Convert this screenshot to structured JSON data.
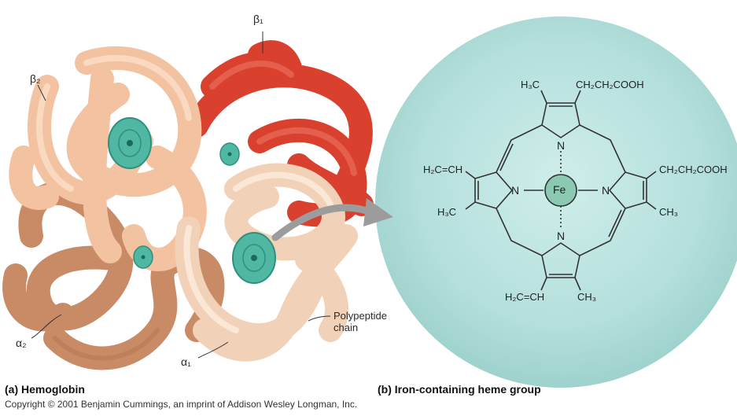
{
  "hemoglobin": {
    "caption": "(a) Hemoglobin",
    "chain_labels": {
      "beta1": "β₁",
      "beta2": "β₂",
      "alpha1": "α₁",
      "alpha2": "α₂"
    },
    "polypeptide_label": [
      "Polypeptide",
      "chain"
    ]
  },
  "heme": {
    "caption": "(b) Iron-containing heme group",
    "center_atom": "Fe",
    "nitrogen": "N",
    "substituents": {
      "top_left": "H₃C",
      "top_right": "CH₂CH₂COOH",
      "right_upper": "CH₂CH₂COOH",
      "right_lower": "CH₃",
      "left_upper": "H₂C=CH",
      "left_lower": "H₃C",
      "bottom_left": "H₂C=CH",
      "bottom_right": "CH₃"
    }
  },
  "copyright": "Copyright © 2001 Benjamin Cummings, an imprint of Addison Wesley Longman, Inc.",
  "colors": {
    "beta1": "#d9402e",
    "beta2": "#f3c2a0",
    "alpha1": "#f1d2b8",
    "alpha2": "#c98a66",
    "heme_disk": "#4fb7a2",
    "heme_background": "#bde3e0",
    "fe_circle": "#8cc9b3",
    "arrow": "#9c9c9c"
  }
}
